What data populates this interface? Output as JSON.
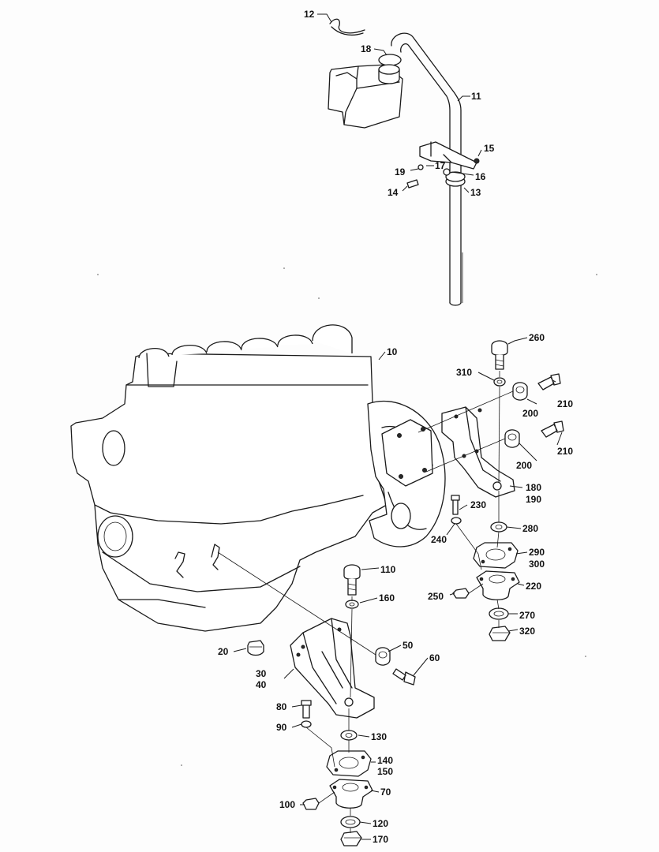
{
  "diagram": {
    "labels": {
      "l10": "10",
      "l11": "11",
      "l12": "12",
      "l13": "13",
      "l14": "14",
      "l15": "15",
      "l16": "16",
      "l17": "17",
      "l18": "18",
      "l19": "19",
      "l20": "20",
      "l30": "30",
      "l40": "40",
      "l50": "50",
      "l60": "60",
      "l70": "70",
      "l80": "80",
      "l90": "90",
      "l100": "100",
      "l110": "110",
      "l120": "120",
      "l130": "130",
      "l140": "140",
      "l150": "150",
      "l160": "160",
      "l170": "170",
      "l180": "180",
      "l190": "190",
      "l200a": "200",
      "l200b": "200",
      "l210a": "210",
      "l210b": "210",
      "l220": "220",
      "l230": "230",
      "l240": "240",
      "l250": "250",
      "l260": "260",
      "l270": "270",
      "l280": "280",
      "l290": "290",
      "l300": "300",
      "l310": "310",
      "l320": "320"
    }
  }
}
